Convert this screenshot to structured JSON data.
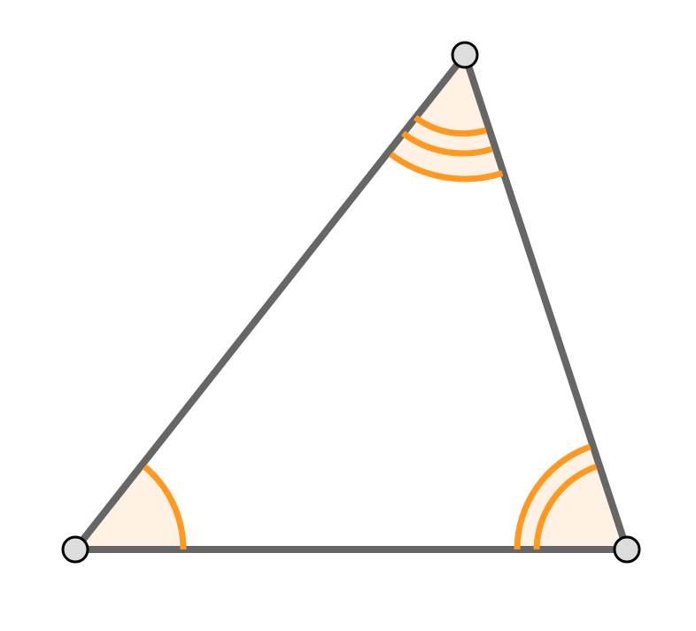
{
  "diagram": {
    "type": "triangle-with-angle-markers",
    "colors": {
      "background": "#ffffff",
      "edge": "#666666",
      "angle_stroke": "#ff9922",
      "angle_fill": "#fff2e5",
      "vertex_fill": "#dddddd",
      "vertex_stroke": "#000000"
    },
    "vertices": [
      {
        "id": "bottom-left",
        "marker": "vertex-point"
      },
      {
        "id": "top",
        "marker": "vertex-point"
      },
      {
        "id": "bottom-right",
        "marker": "vertex-point"
      }
    ],
    "angle_markers": [
      {
        "vertex": "bottom-left",
        "arcs": 1
      },
      {
        "vertex": "top",
        "arcs": 3
      },
      {
        "vertex": "bottom-right",
        "arcs": 2
      }
    ]
  }
}
